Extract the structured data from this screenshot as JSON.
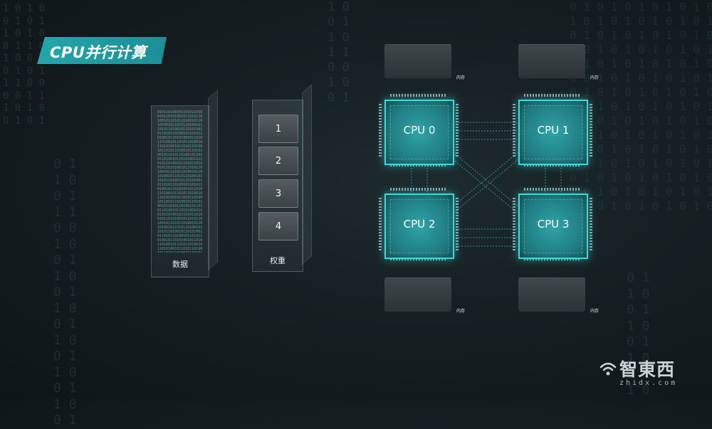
{
  "title": "CPU并行计算",
  "columns": {
    "data_label": "数据",
    "weight_label": "权重",
    "weights": [
      "1",
      "2",
      "3",
      "4"
    ]
  },
  "cpus": [
    {
      "label": "CPU 0"
    },
    {
      "label": "CPU 1"
    },
    {
      "label": "CPU 2"
    },
    {
      "label": "CPU 3"
    }
  ],
  "memory_label": "内存",
  "logo": {
    "brand": "智東西",
    "url": "zhidx.com"
  },
  "colors": {
    "accent": "#22a7ad",
    "cpu_glow": "#41d6d8",
    "background": "#141d20"
  },
  "icons": [
    "wifi-signal-icon"
  ]
}
